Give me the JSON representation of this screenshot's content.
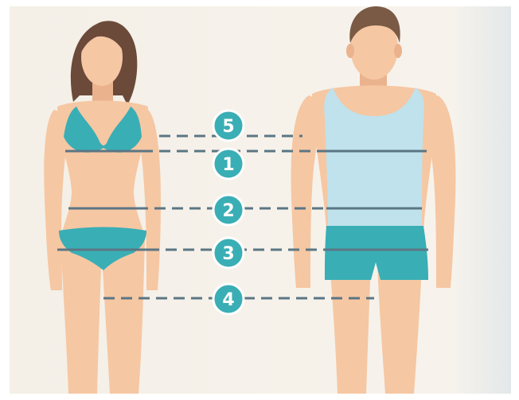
{
  "diagram": {
    "colors": {
      "background": "#f5f1ea",
      "skin": "#f6c7a3",
      "skin_shadow": "#eab38d",
      "hair_female": "#6b4a3a",
      "hair_male": "#7a5a45",
      "teal": "#3aaeb5",
      "teal_dark": "#2e9aa1",
      "tank_top": "#bfe2ec",
      "line": "#5b7684",
      "badge": "#3aaeb5"
    },
    "markers": [
      {
        "id": "5",
        "label": "5"
      },
      {
        "id": "1",
        "label": "1"
      },
      {
        "id": "2",
        "label": "2"
      },
      {
        "id": "3",
        "label": "3"
      },
      {
        "id": "4",
        "label": "4"
      }
    ]
  }
}
